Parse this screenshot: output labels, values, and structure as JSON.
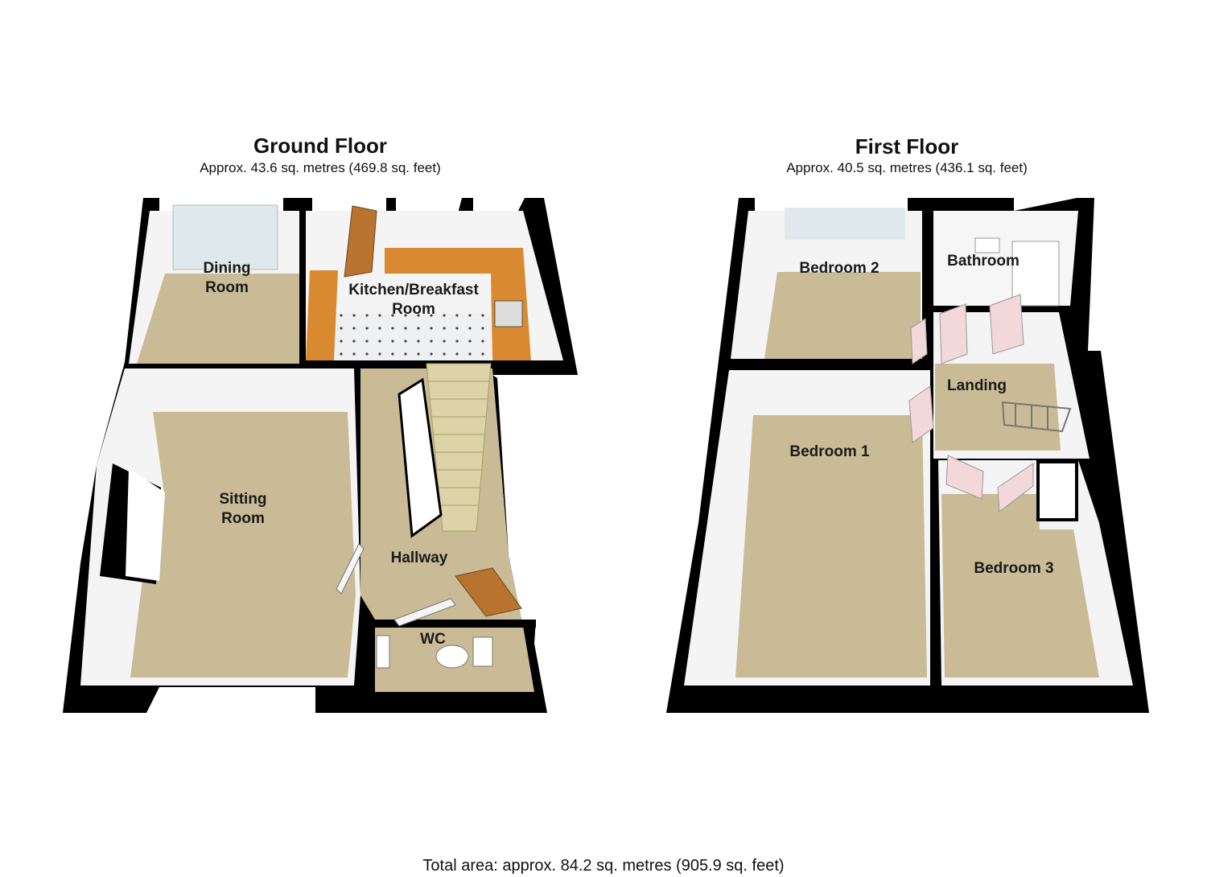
{
  "ground_floor": {
    "title": "Ground Floor",
    "area": "Approx.  43.6 sq. metres (469.8 sq. feet)",
    "rooms": {
      "dining": "Dining\nRoom",
      "kitchen": "Kitchen/Breakfast\nRoom",
      "sitting": "Sitting\nRoom",
      "hallway": "Hallway",
      "wc": "WC"
    }
  },
  "first_floor": {
    "title": "First Floor",
    "area": "Approx.  40.5 sq. metres (436.1 sq. feet)",
    "rooms": {
      "bedroom2": "Bedroom 2",
      "bathroom": "Bathroom",
      "landing": "Landing",
      "bedroom1": "Bedroom 1",
      "bedroom3": "Bedroom 3"
    }
  },
  "total_area": "Total area: approx.  84.2 sq. metres (905.9 sq. feet)",
  "colors": {
    "wall": "#000000",
    "wall_face": "#ffffff",
    "carpet": "#c8bb95",
    "kitchen_floor": "#eef0f2",
    "worktop": "#d9892f",
    "door": "#b8742e",
    "stairs": "#ddd3a8",
    "glass": "#dfe8ec"
  }
}
